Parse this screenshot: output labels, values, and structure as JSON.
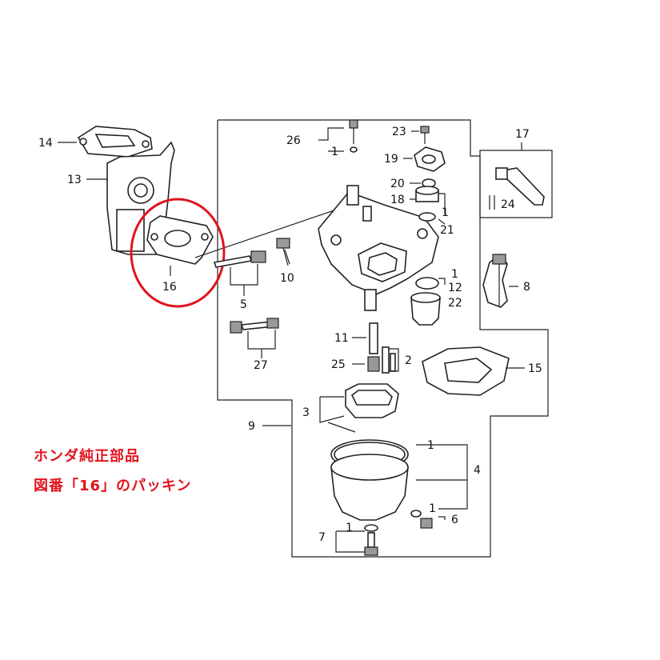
{
  "caption": {
    "line1": "ホンダ純正部品",
    "line2": "図番「16」のパッキン",
    "color": "#e0141e"
  },
  "highlight_color": "#e0141e",
  "callouts": {
    "p1a": "1",
    "p1b": "1",
    "p1c": "1",
    "p1d": "1",
    "p1e": "1",
    "p1f": "1",
    "p2": "2",
    "p3": "3",
    "p4": "4",
    "p5": "5",
    "p6": "6",
    "p7": "7",
    "p8": "8",
    "p9": "9",
    "p10": "10",
    "p11": "11",
    "p12": "12",
    "p13": "13",
    "p14": "14",
    "p15": "15",
    "p16": "16",
    "p17": "17",
    "p18": "18",
    "p19": "19",
    "p20": "20",
    "p21": "21",
    "p22": "22",
    "p23": "23",
    "p24": "24",
    "p25": "25",
    "p26": "26",
    "p27": "27"
  }
}
